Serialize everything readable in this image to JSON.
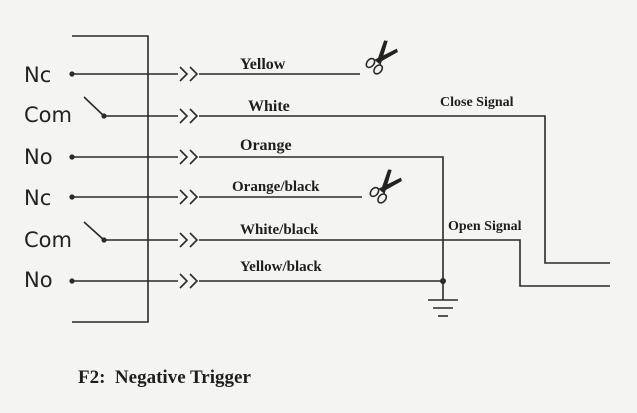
{
  "terminals": {
    "t1": "Nc",
    "t2": "Com",
    "t3": "No",
    "t4": "Nc",
    "t5": "Com",
    "t6": "No"
  },
  "wires": {
    "w1": "Yellow",
    "w2": "White",
    "w3": "Orange",
    "w4": "Orange/black",
    "w5": "White/black",
    "w6": "Yellow/black"
  },
  "signals": {
    "close": "Close Signal",
    "open": "Open Signal"
  },
  "caption": "F2:  Negative Trigger",
  "icons": {
    "cut_marker": "scissors-icon",
    "ground": "ground-icon",
    "connector": "double-chevron-connector-icon"
  }
}
